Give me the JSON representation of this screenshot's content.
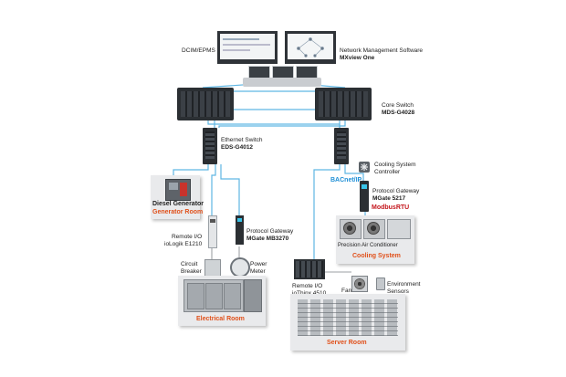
{
  "labels": {
    "dcim": "DCIM/EPMS",
    "nms_line1": "Network Management Software",
    "nms_line2": "MXview One",
    "core_line1": "Core Switch",
    "core_line2": "MDS-G4028",
    "eth_line1": "Ethernet Switch",
    "eth_line2": "EDS-G4012",
    "cooling_ctrl_line1": "Cooling System",
    "cooling_ctrl_line2": "Controller",
    "bacnet": "BACnet/IP",
    "pgw1_line1": "Protocol Gateway",
    "pgw1_line2": "MGate 5217",
    "modbus": "ModbusRTU",
    "precision_ac": "Precision Air Conditioner",
    "cooling_room": "Cooling System",
    "diesel": "Diesel Generator",
    "generator_room": "Generator Room",
    "rio1_line1": "Remote I/O",
    "rio1_line2": "ioLogik E1210",
    "pgw2_line1": "Protocol Gateway",
    "pgw2_line2": "MGate MB3270",
    "breaker_line1": "Circuit",
    "breaker_line2": "Breaker",
    "meter_line1": "Power",
    "meter_line2": "Meter",
    "electrical_room": "Electrical Room",
    "rio2_line1": "Remote I/O",
    "rio2_line2": "ioThinx 4510",
    "fan": "Fan",
    "env_line1": "Environment",
    "env_line2": "Sensors",
    "server_room": "Server Room"
  },
  "colors": {
    "link": "#5fb6e3",
    "room_title": "#e0501a",
    "bacnet": "#1f8fd6",
    "modbus": "#c4161c",
    "device": "#2b2f33",
    "room_bg": "#e9eaec"
  }
}
